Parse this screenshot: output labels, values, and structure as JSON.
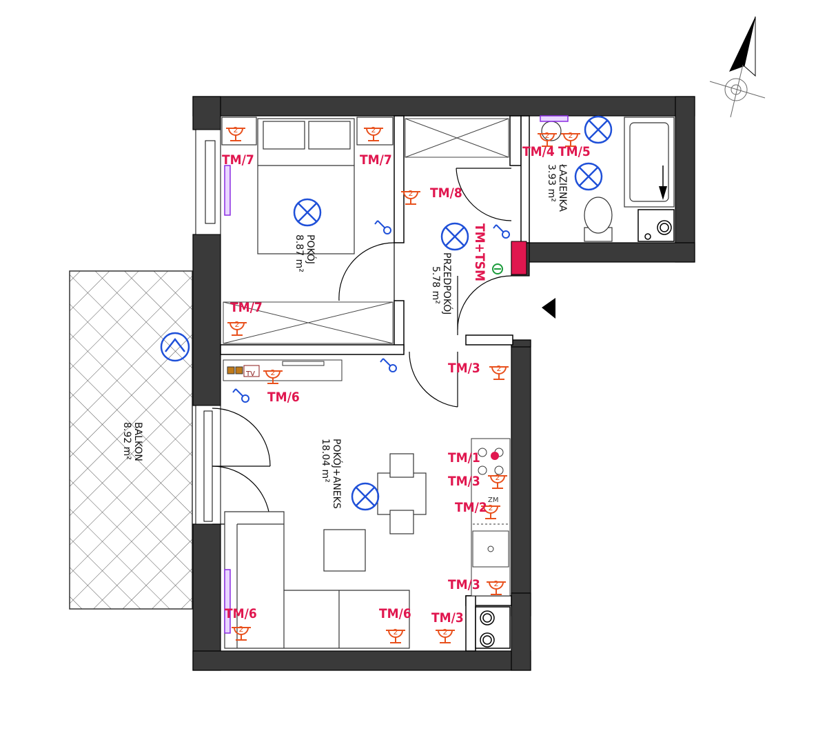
{
  "colors": {
    "wall": "#3a3a3a",
    "wall_outline": "#000000",
    "socket": "#e8501c",
    "tm_label": "#e0174f",
    "light": "#1f50d8",
    "fixture": "#444444",
    "hatch": "#555555",
    "panel": "#e0174f",
    "green_marker": "#1a9b3a",
    "purple": "#8a2be2",
    "tv_box": "#c07a1a"
  },
  "rooms": {
    "pokoj": {
      "name": "POKÓJ",
      "area": "8.87 m²"
    },
    "przedpokoj": {
      "name": "PRZEDPOKÓJ",
      "area": "5.78 m²"
    },
    "lazienka": {
      "name": "ŁAZIENKA",
      "area": "3.93 m²"
    },
    "pokoj_aneks": {
      "name": "POKÓJ+ANEKS",
      "area": "18.04 m²"
    },
    "balkon": {
      "name": "BALKON",
      "area": "8.92 m²"
    }
  },
  "tm_labels": {
    "pokoj_left": "TM/7",
    "pokoj_right": "TM/7",
    "wardrobe": "TM/7",
    "hall": "TM/8",
    "bath_1": "TM/4",
    "bath_2": "TM/5",
    "hall_panel": "TM+TSM",
    "living_tv": "TM/6",
    "kitchen_1": "TM/3",
    "kitchen_2": "TM/1",
    "kitchen_3": "TM/3",
    "kitchen_4": "TM/2",
    "kitchen_5": "TM/3",
    "living_bl": "TM/6",
    "living_bm": "TM/6",
    "kitchen_6": "TM/3"
  },
  "symbols": {
    "tv": "TV",
    "socket_digit": "2",
    "fridge_text": "ZM"
  },
  "icons": {
    "north_arrow": "north-arrow-icon",
    "ceiling_light": "ceiling-light-icon",
    "light_switch": "light-switch-icon",
    "socket": "socket-icon",
    "entrance": "entrance-triangle-icon"
  }
}
